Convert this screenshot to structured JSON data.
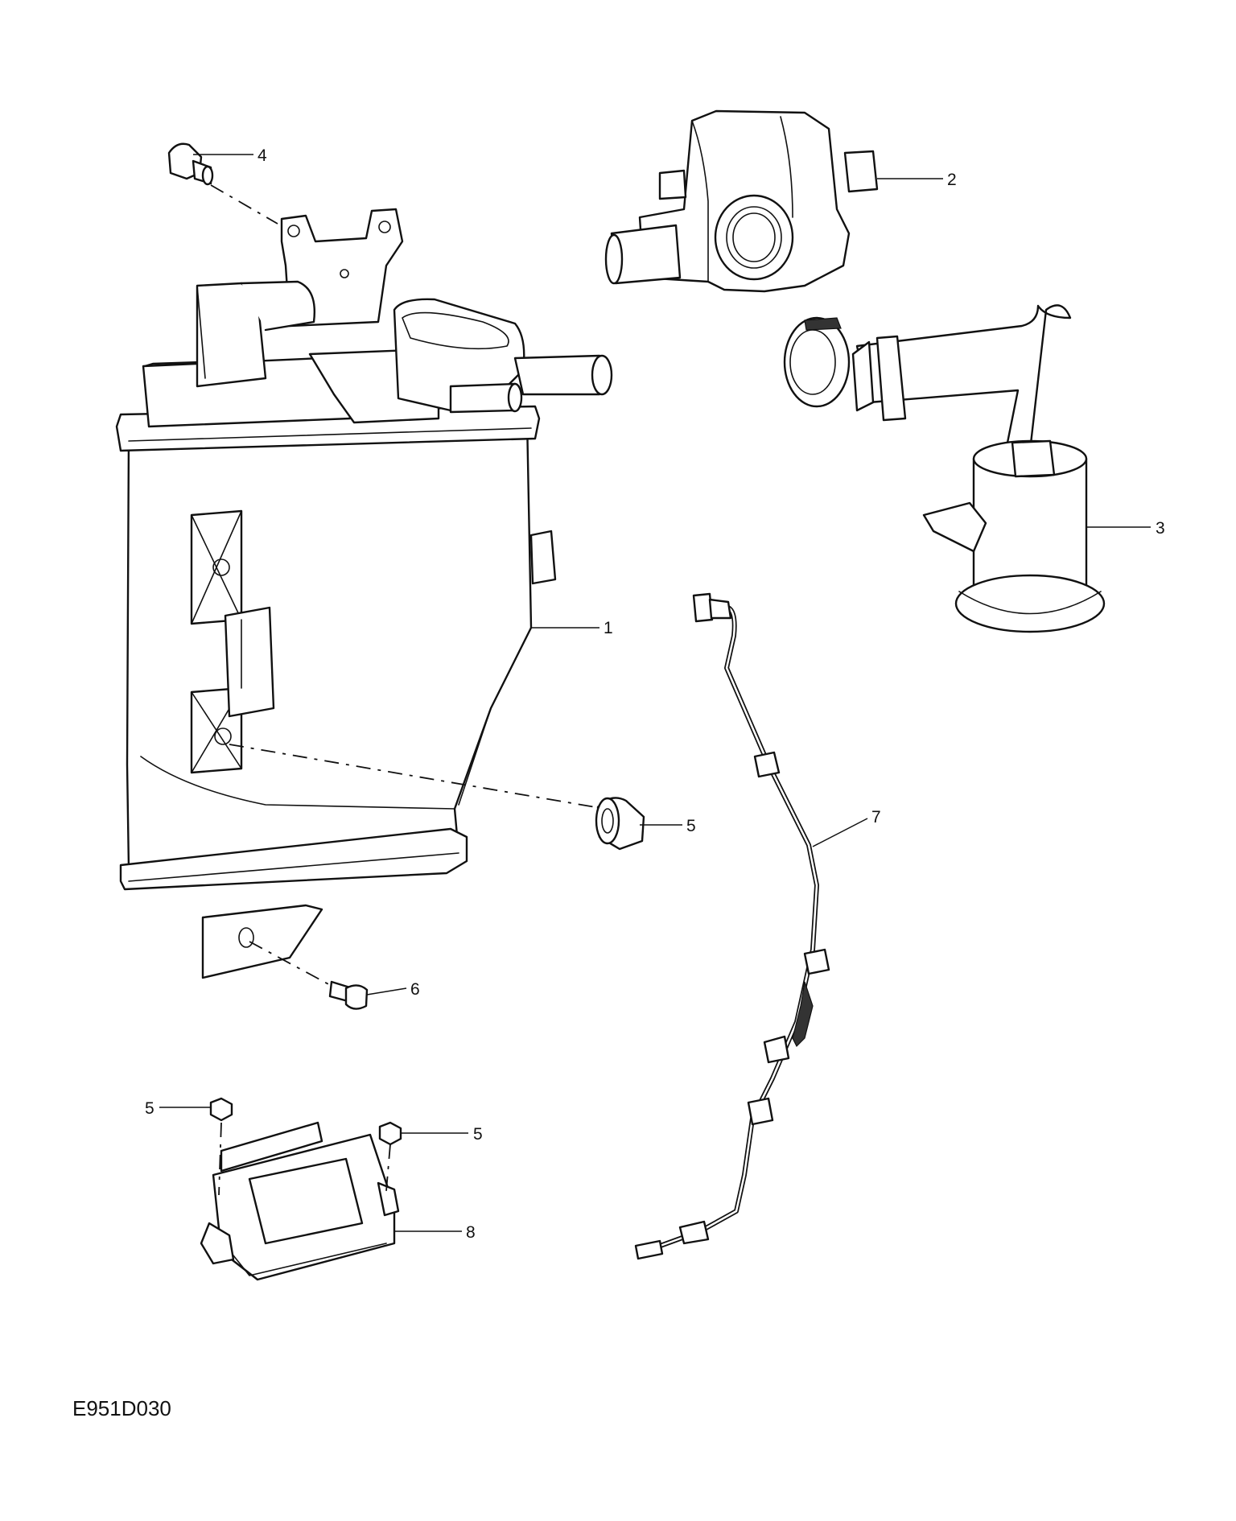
{
  "figure_code": "E951D030",
  "callouts": {
    "c1": "1",
    "c2": "2",
    "c3": "3",
    "c4": "4",
    "c5a": "5",
    "c5b": "5",
    "c5c": "5",
    "c6": "6",
    "c7": "7",
    "c8": "8"
  }
}
